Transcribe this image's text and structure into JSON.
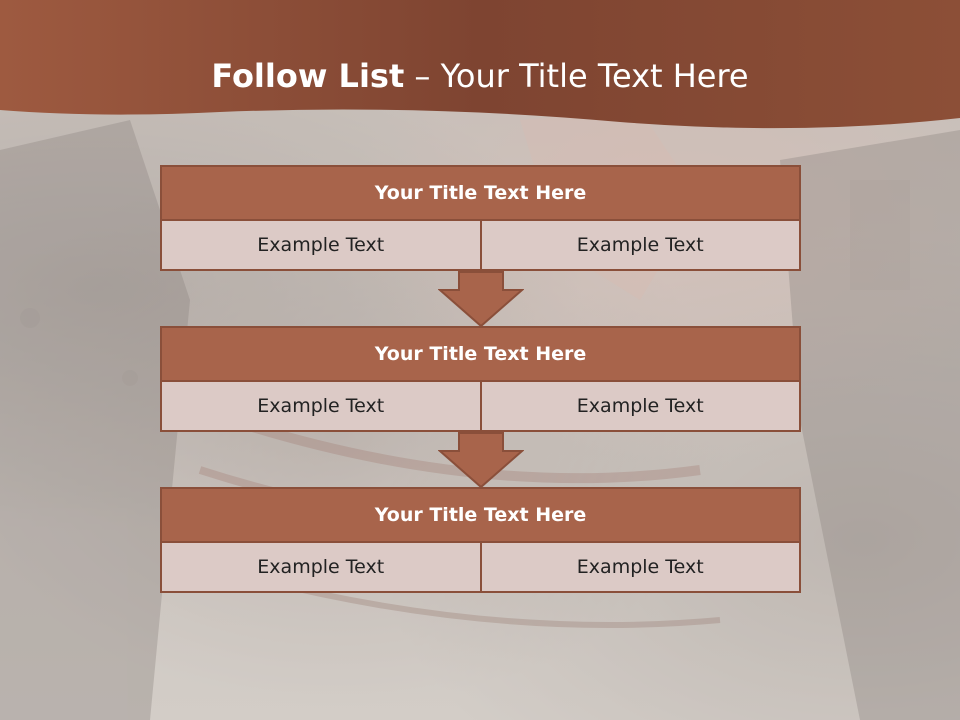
{
  "slide": {
    "title_bold": "Follow List",
    "title_rest": "– Your Title Text Here"
  },
  "blocks": [
    {
      "title": "Your Title Text Here",
      "left": "Example Text",
      "right": "Example Text"
    },
    {
      "title": "Your Title Text Here",
      "left": "Example Text",
      "right": "Example Text"
    },
    {
      "title": "Your Title Text Here",
      "left": "Example Text",
      "right": "Example Text"
    }
  ],
  "colors": {
    "header": "#8c4f37",
    "block_title": "#a8644b",
    "block_cell": "#dccac6",
    "border": "#8a4f3a"
  }
}
